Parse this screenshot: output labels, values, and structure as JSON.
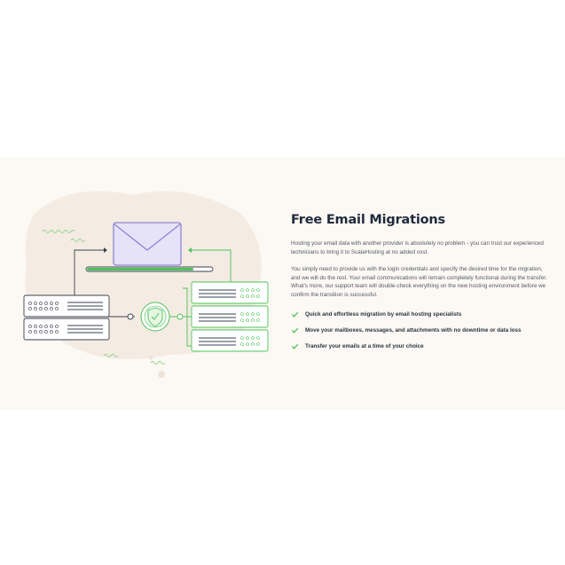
{
  "section": {
    "title": "Free Email Migrations",
    "paragraphs": [
      "Hosting your email data with another provider is absolutely no problem - you can trust our experienced technicians to bring it to ScalaHosting at no added cost.",
      "You simply need to provide us with the login credentials and specify the desired time for the migration, and we will do the rest. Your email communications will remain completely functional during the transfer. What's more, our support team will double-check everything on the new hosting environment before we confirm the transition is successful."
    ],
    "features": [
      "Quick and effortless migration by email hosting specialists",
      "Move your mailboxes, messages, and attachments with no downtime or data loss",
      "Transfer your emails at a time of your choice"
    ]
  },
  "colors": {
    "band_background": "#fcf8f3",
    "accent_green": "#4cc35a",
    "envelope_purple": "#8f86d6",
    "server_outline": "#3a4150"
  },
  "icons": [
    "envelope-icon",
    "source-server-icon",
    "destination-server-icon",
    "shield-check-icon",
    "check-icon"
  ]
}
